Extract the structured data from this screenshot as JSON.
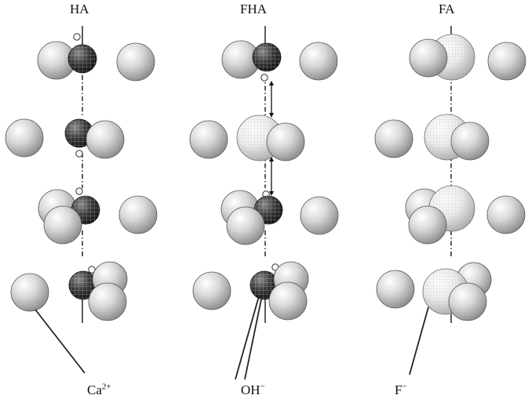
{
  "columns": [
    {
      "title": "HA",
      "anion": "OH"
    },
    {
      "title": "FHA",
      "anion": "mixed"
    },
    {
      "title": "FA",
      "anion": "F"
    }
  ],
  "legend": {
    "ca": {
      "text": "Ca",
      "sup": "2+"
    },
    "oh": {
      "text": "OH",
      "sup": "−"
    },
    "f": {
      "text": "F",
      "sup": "−"
    }
  },
  "colors": {
    "ca_ball": "#c8c8c8",
    "oh_ball": "#2a2a2a",
    "f_ball": "#e2e2e2",
    "h_atom": "#f4f4f4",
    "line": "#333333"
  }
}
